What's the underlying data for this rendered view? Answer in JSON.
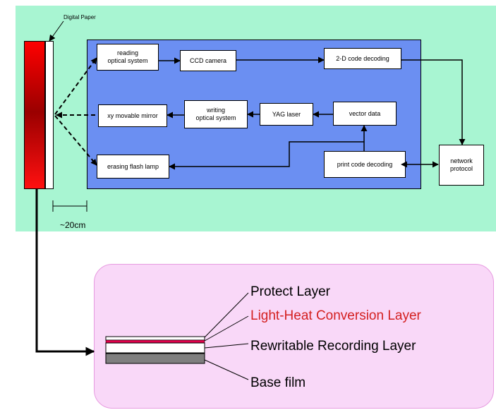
{
  "labels": {
    "digital_paper": "Digital Paper",
    "distance": "~20cm"
  },
  "boxes": {
    "reading_optical_system": "reading\noptical system",
    "ccd_camera": "CCD camera",
    "code_2d_decoding": "2-D code decoding",
    "xy_movable_mirror": "xy movable mirror",
    "writing_optical_system": "writing\noptical system",
    "yag_laser": "YAG laser",
    "vector_data": "vector data",
    "erasing_flash_lamp": "erasing flash lamp",
    "print_code_decoding": "print code decoding",
    "network_protocol": "network\nprotocol"
  },
  "layers": {
    "protect": "Protect Layer",
    "light_heat": "Light-Heat Conversion Layer",
    "rewritable": "Rewritable Recording Layer",
    "base_film": "Base film"
  },
  "colors": {
    "background_green": "#a8f5d2",
    "panel_blue": "#6b8ff2",
    "paper_red": "#ff0000",
    "light_heat_text": "#d42020",
    "pink_panel": "#f9d8f8"
  }
}
